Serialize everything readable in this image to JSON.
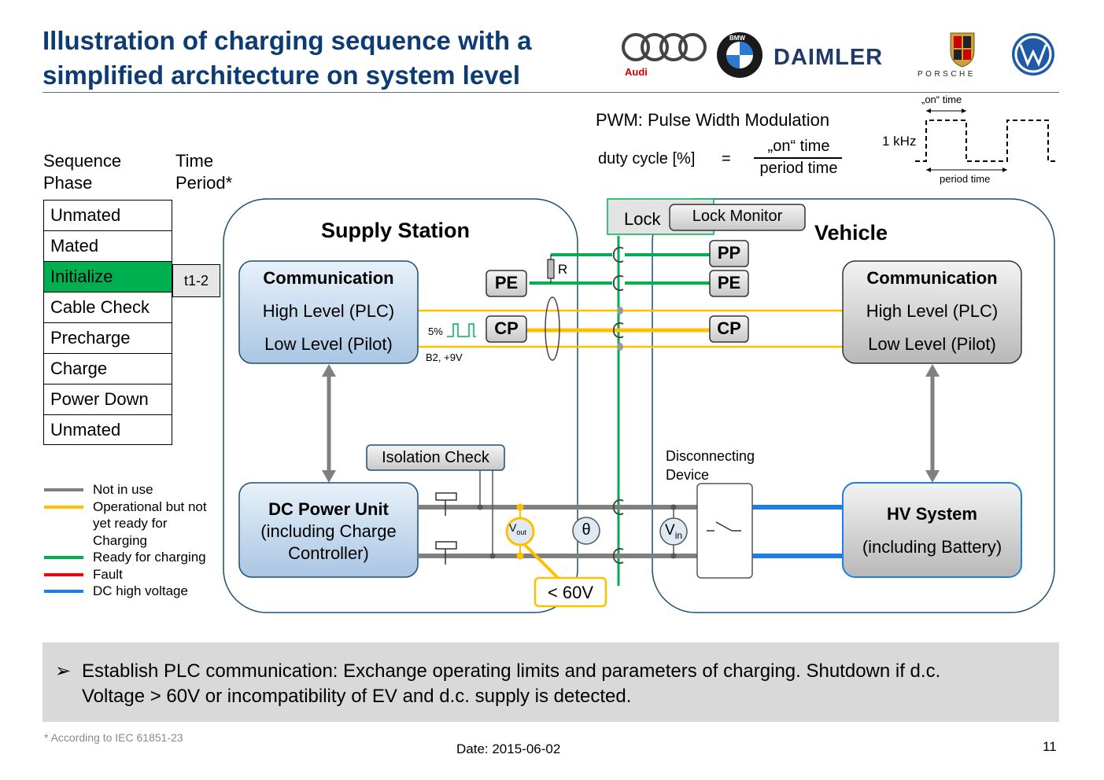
{
  "header": {
    "title_line1": "Illustration of charging sequence with a",
    "title_line2": "simplified architecture on system level",
    "logos": [
      "Audi",
      "BMW",
      "DAIMLER",
      "PORSCHE",
      "VW"
    ]
  },
  "pwm": {
    "title": "PWM: Pulse Width Modulation",
    "duty_label": "duty cycle [%]",
    "equals": "=",
    "numerator": "„on“ time",
    "denominator": "period time",
    "freq": "1 kHz",
    "on_time_label": "„on“ time",
    "period_label": "period time"
  },
  "sequence": {
    "phase_header_1": "Sequence",
    "phase_header_2": "Phase",
    "time_header_1": "Time",
    "time_header_2": "Period*",
    "phases": [
      "Unmated",
      "Mated",
      "Initialize",
      "Cable Check",
      "Precharge",
      "Charge",
      "Power Down",
      "Unmated"
    ],
    "active_index": 2,
    "active_time": "t1-2"
  },
  "legend": [
    {
      "label": "Not in use",
      "color": "#7f7f7f"
    },
    {
      "label": "Operational but not yet ready for Charging",
      "color": "#ffc000"
    },
    {
      "label": "Ready for charging",
      "color": "#00b050"
    },
    {
      "label": "Fault",
      "color": "#ff0000"
    },
    {
      "label": "DC high voltage",
      "color": "#1e7fe0"
    }
  ],
  "legend_lines": [
    "Not in use",
    "Operational but not",
    "yet ready for",
    "Charging",
    "Ready for charging",
    "Fault",
    "DC high voltage"
  ],
  "diagram": {
    "supply_station": "Supply Station",
    "vehicle": "Vehicle",
    "lock": "Lock",
    "lock_monitor": "Lock Monitor",
    "comm_title": "Communication",
    "comm_high": "High Level (PLC)",
    "comm_low": "Low Level (Pilot)",
    "veh_comm_title": "Communication",
    "veh_comm_high": "High Level (PLC)",
    "veh_comm_low": "Low Level (Pilot)",
    "pe": "PE",
    "cp": "CP",
    "pp": "PP",
    "r": "R",
    "pwm_pct": "5%",
    "b2": "B2, +9V",
    "isolation_check": "Isolation Check",
    "dc_power_1": "DC Power Unit",
    "dc_power_2": "(including Charge",
    "dc_power_3": "Controller)",
    "vout_main": "V",
    "vout_sub": "out",
    "theta": "θ",
    "vin_main": "V",
    "vin_sub": "in",
    "voltage_limit": "< 60V",
    "disconnecting_1": "Disconnecting",
    "disconnecting_2": "Device",
    "hv_title": "HV System",
    "hv_sub": "(including Battery)"
  },
  "bullet": {
    "marker": "➢",
    "line1": "Establish PLC communication: Exchange operating limits and parameters of charging. Shutdown if d.c.",
    "line2": "Voltage > 60V or incompatibility of EV and d.c. supply is detected."
  },
  "footer": {
    "footnote": "* According to IEC 61851-23",
    "date": "Date:  2015-06-02",
    "page": "11"
  }
}
